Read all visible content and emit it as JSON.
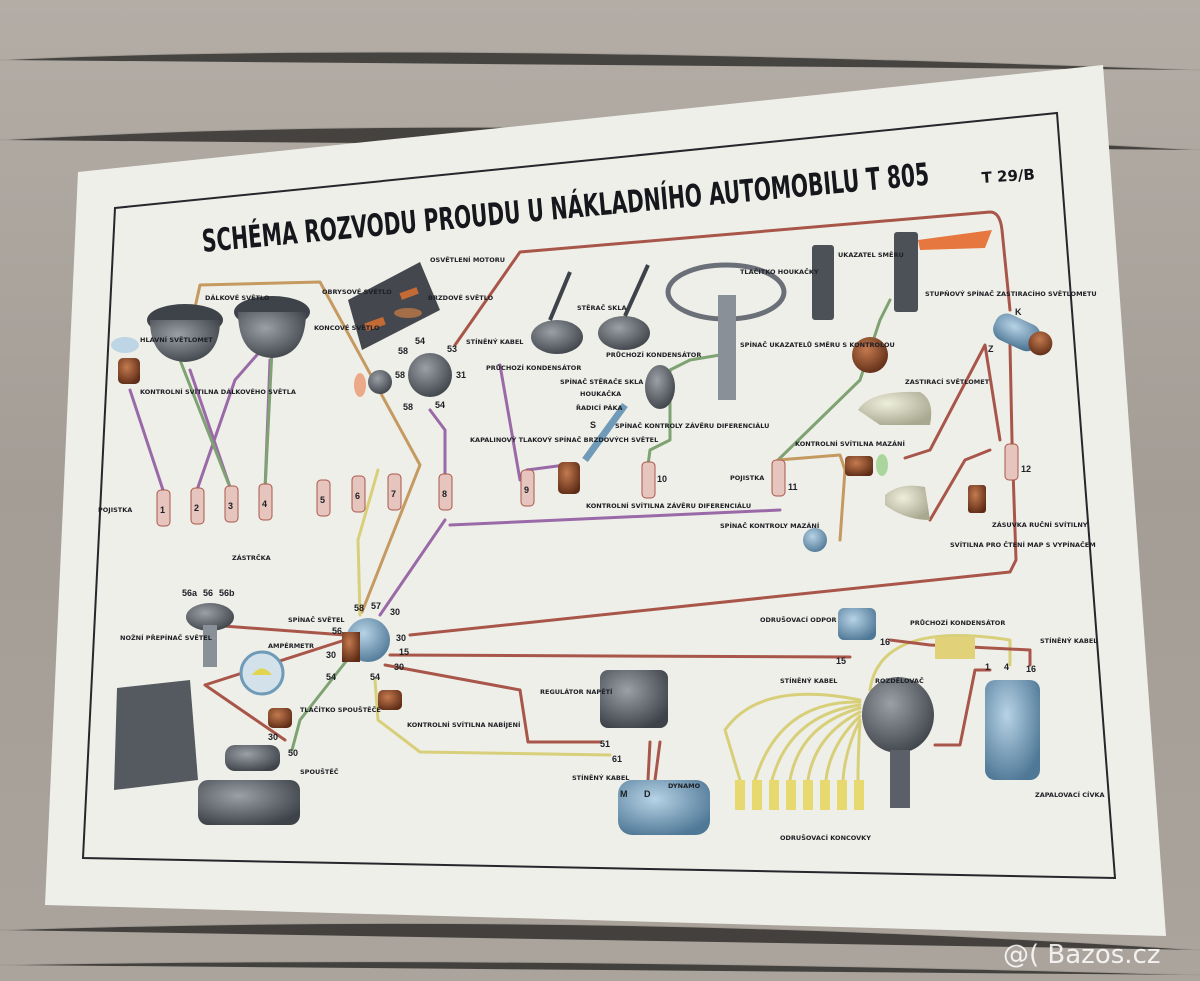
{
  "poster": {
    "title": "SCHÉMA ROZVODU PROUDU U NÁKLADNÍHO AUTOMOBILU T 805",
    "code": "T 29/B"
  },
  "watermark": "@( Bazos.cz",
  "labels": {
    "engine_light": "OSVĚTLENÍ MOTORU",
    "outline_light": "OBRYSOVÉ SVĚTLO",
    "brake_light": "BRZDOVÉ SVĚTLO",
    "tail_light": "KONCOVÉ SVĚTLO",
    "high_beam": "DÁLKOVÉ SVĚTLO",
    "headlamp": "HLAVNÍ SVĚTLOMET",
    "high_beam_indicator": "KONTROLNÍ SVÍTILNA DÁLKOVÉHO SVĚTLA",
    "socket": "ZÁSTRČKA",
    "shielded_cable_1": "STÍNĚNÝ KABEL",
    "feed_capacitor_1": "PRŮCHOZÍ KONDENSÁTOR",
    "wiper": "STĚRAČ SKLA",
    "feed_capacitor_2": "PRŮCHOZÍ KONDENSÁTOR",
    "wiper_switch": "SPÍNAČ STĚRAČE SKLA",
    "horn": "HOUKAČKA",
    "gear_lever": "ŘADICÍ PÁKA",
    "diff_lock_switch": "SPÍNAČ KONTROLY ZÁVĚRU DIFERENCIÁLU",
    "brake_light_switch": "KAPALINOVÝ TLAKOVÝ SPÍNAČ BRZDOVÝCH SVĚTEL",
    "diff_lock_lamp": "KONTROLNÍ SVÍTILNA ZÁVĚRU DIFERENCIÁLU",
    "horn_button": "TLAČÍTKO HOUKAČKY",
    "turn_switch": "SPÍNAČ UKAZATELŮ SMĚRU S KONTROLOU",
    "turn_indicator": "UKAZATEL SMĚRU",
    "blackout_switch": "STUPŇOVÝ SPÍNAČ ZASTIRACÍHO SVĚTLOMETU",
    "blackout_lamp": "ZASTIRACÍ SVĚTLOMET",
    "lube_lamp": "KONTROLNÍ SVÍTILNA MAZÁNÍ",
    "fuse_a": "POJISTKA",
    "lube_switch": "SPÍNAČ KONTROLY MAZÁNÍ",
    "hand_lamp_socket": "ZÁSUVKA RUČNÍ SVÍTILNY",
    "map_lamp": "SVÍTILNA PRO ČTENÍ MAP S VYPÍNAČEM",
    "fuse_b": "POJISTKA",
    "foot_dimmer": "NOŽNÍ PŘEPÍNAČ SVĚTEL",
    "light_switch": "SPÍNAČ SVĚTEL",
    "ammeter": "AMPÉRMETR",
    "starter_button": "TLAČÍTKO SPOUŠTĚČE",
    "starter": "SPOUŠTĚČ",
    "charge_lamp": "KONTROLNÍ SVÍTILNA NABÍJENÍ",
    "regulator": "REGULÁTOR NAPĚTÍ",
    "shielded_cable_2": "STÍNĚNÝ KABEL",
    "dynamo": "DYNAMO",
    "suppressor_resistor": "ODRUŠOVACÍ ODPOR",
    "feed_capacitor_3": "PRŮCHOZÍ KONDENSÁTOR",
    "shielded_cable_3": "STÍNĚNÝ KABEL",
    "shielded_cable_4": "STÍNĚNÝ KABEL",
    "distributor": "ROZDĚLOVAČ",
    "ignition_coil": "ZAPALOVACÍ CÍVKA",
    "suppressor_caps": "ODRUŠOVACÍ KONCOVKY"
  },
  "fuses": [
    "1",
    "2",
    "3",
    "4",
    "5",
    "6",
    "7",
    "8",
    "9",
    "10",
    "11",
    "12"
  ],
  "terminals": {
    "sw_58a": "58",
    "sw_54a": "54",
    "sw_53": "53",
    "sw_31": "31",
    "sw_58b": "58",
    "sw_58c": "58",
    "sw_54b": "54",
    "fd_56a": "56a",
    "fd_56": "56",
    "fd_56b": "56b",
    "ls_58": "58",
    "ls_57": "57",
    "ls_30a": "30",
    "ls_56": "56",
    "ls_30b": "30",
    "ls_30c": "30",
    "ls_15": "15",
    "ls_30d": "30",
    "ls_54": "54",
    "ls_54b": "54",
    "st_30": "30",
    "st_50": "50",
    "rg_51": "51",
    "rg_61": "61",
    "dy_m": "M",
    "dy_d": "D",
    "od_15": "15",
    "od_16": "16",
    "ic_1": "1",
    "ic_4": "4",
    "ic_16": "16",
    "bk_k": "K",
    "bk_z": "Z",
    "sp_s": "S"
  },
  "colors": {
    "wood": "#aaa49d",
    "paper": "#eeeee8",
    "wire_red": "#a9564a",
    "wire_purple": "#9a6aa8",
    "wire_green": "#7fa273",
    "wire_yellow": "#d8cf7a",
    "wire_tan": "#c49a61",
    "metal": "#5b6068",
    "copper": "#8a4a2a",
    "blue": "#6f9ab8"
  }
}
